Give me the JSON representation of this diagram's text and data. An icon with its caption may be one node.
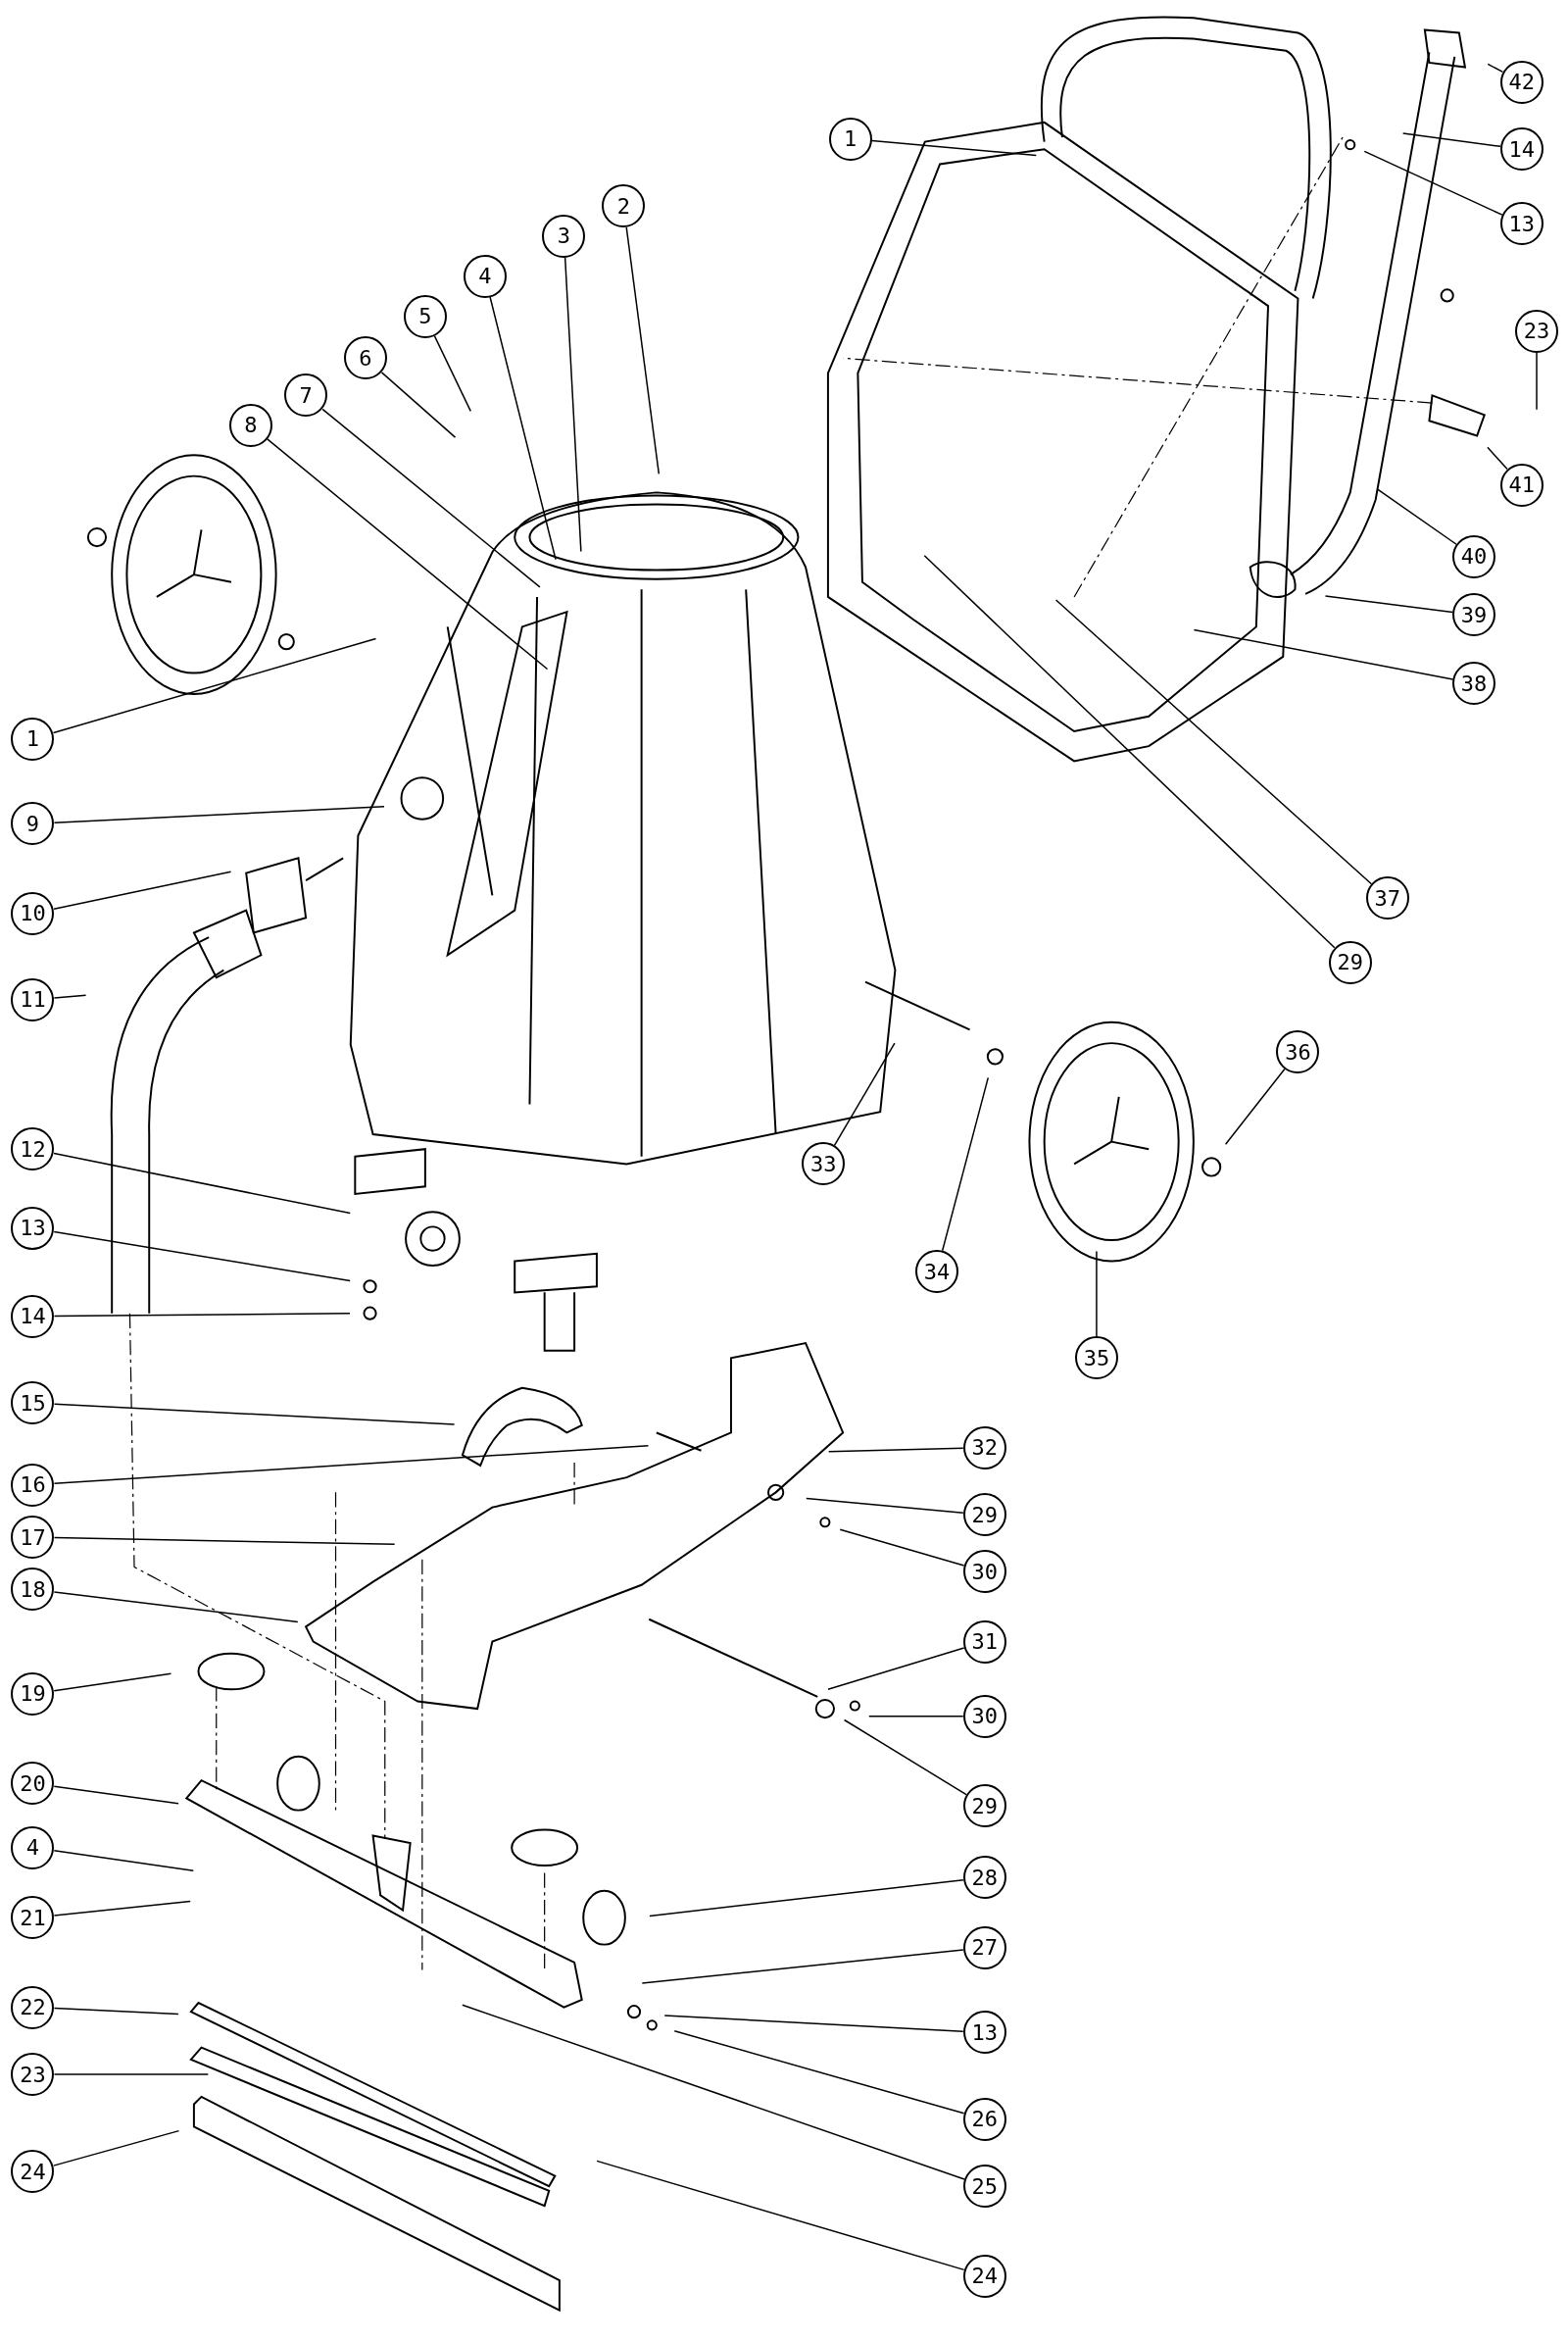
{
  "diagram": {
    "nodes": [
      {
        "text": [
          "1"
        ]
      },
      {
        "text": [
          "42"
        ]
      },
      {
        "text": [
          "14"
        ]
      },
      {
        "text": [
          "13"
        ]
      },
      {
        "text": [
          "23"
        ]
      },
      {
        "text": [
          "41"
        ]
      },
      {
        "text": [
          "40"
        ]
      },
      {
        "text": [
          "39"
        ]
      },
      {
        "text": [
          "38"
        ]
      },
      {
        "text": [
          "37"
        ]
      },
      {
        "text": [
          "29"
        ]
      },
      {
        "text": [
          "36"
        ]
      },
      {
        "text": [
          "35"
        ]
      },
      {
        "text": [
          "34"
        ]
      },
      {
        "text": [
          "33"
        ]
      },
      {
        "text": [
          "32"
        ]
      },
      {
        "text": [
          "29"
        ]
      },
      {
        "text": [
          "30"
        ]
      },
      {
        "text": [
          "31"
        ]
      },
      {
        "text": [
          "30"
        ]
      },
      {
        "text": [
          "29"
        ]
      },
      {
        "text": [
          "28"
        ]
      },
      {
        "text": [
          "27"
        ]
      },
      {
        "text": [
          "13"
        ]
      },
      {
        "text": [
          "26"
        ]
      },
      {
        "text": [
          "25"
        ]
      },
      {
        "text": [
          "24"
        ]
      },
      {
        "text": [
          "1"
        ]
      },
      {
        "text": [
          "9"
        ]
      },
      {
        "text": [
          "10"
        ]
      },
      {
        "text": [
          "11"
        ]
      },
      {
        "text": [
          "12"
        ]
      },
      {
        "text": [
          "13"
        ]
      },
      {
        "text": [
          "14"
        ]
      },
      {
        "text": [
          "15"
        ]
      },
      {
        "text": [
          "16"
        ]
      },
      {
        "text": [
          "17"
        ]
      },
      {
        "text": [
          "18"
        ]
      },
      {
        "text": [
          "19"
        ]
      },
      {
        "text": [
          "20"
        ]
      },
      {
        "text": [
          "4"
        ]
      },
      {
        "text": [
          "21"
        ]
      },
      {
        "text": [
          "22"
        ]
      },
      {
        "text": [
          "23"
        ]
      },
      {
        "text": [
          "24"
        ]
      },
      {
        "text": [
          "8"
        ]
      },
      {
        "text": [
          "7"
        ]
      },
      {
        "text": [
          "6"
        ]
      },
      {
        "text": [
          "5"
        ]
      },
      {
        "text": [
          "4"
        ]
      },
      {
        "text": [
          "3"
        ]
      },
      {
        "text": [
          "2"
        ]
      }
    ],
    "edges": [
      {
        "from": 0,
        "to": null,
        "arrow": "none"
      },
      {
        "from": 1,
        "to": null,
        "arrow": "none"
      },
      {
        "from": 2,
        "to": null,
        "arrow": "none"
      },
      {
        "from": 3,
        "to": null,
        "arrow": "none"
      },
      {
        "from": 4,
        "to": null,
        "arrow": "none"
      },
      {
        "from": 5,
        "to": null,
        "arrow": "none"
      },
      {
        "from": 6,
        "to": null,
        "arrow": "none"
      },
      {
        "from": 7,
        "to": null,
        "arrow": "none"
      },
      {
        "from": 8,
        "to": null,
        "arrow": "none"
      },
      {
        "from": 9,
        "to": null,
        "arrow": "none"
      },
      {
        "from": 10,
        "to": null,
        "arrow": "none"
      },
      {
        "from": 11,
        "to": null,
        "arrow": "none"
      },
      {
        "from": 12,
        "to": null,
        "arrow": "none"
      },
      {
        "from": 13,
        "to": null,
        "arrow": "none"
      },
      {
        "from": 14,
        "to": null,
        "arrow": "none"
      },
      {
        "from": 15,
        "to": null,
        "arrow": "none"
      },
      {
        "from": 16,
        "to": null,
        "arrow": "none"
      },
      {
        "from": 17,
        "to": null,
        "arrow": "none"
      },
      {
        "from": 18,
        "to": null,
        "arrow": "none"
      },
      {
        "from": 19,
        "to": null,
        "arrow": "none"
      },
      {
        "from": 20,
        "to": null,
        "arrow": "none"
      },
      {
        "from": 21,
        "to": null,
        "arrow": "none"
      },
      {
        "from": 22,
        "to": null,
        "arrow": "none"
      },
      {
        "from": 23,
        "to": null,
        "arrow": "none"
      },
      {
        "from": 24,
        "to": null,
        "arrow": "none"
      },
      {
        "from": 25,
        "to": null,
        "arrow": "none"
      },
      {
        "from": 26,
        "to": null,
        "arrow": "none"
      },
      {
        "from": 27,
        "to": null,
        "arrow": "none"
      },
      {
        "from": 28,
        "to": null,
        "arrow": "none"
      },
      {
        "from": 29,
        "to": null,
        "arrow": "none"
      },
      {
        "from": 30,
        "to": null,
        "arrow": "none"
      },
      {
        "from": 31,
        "to": null,
        "arrow": "none"
      },
      {
        "from": 32,
        "to": null,
        "arrow": "none"
      },
      {
        "from": 33,
        "to": null,
        "arrow": "none"
      },
      {
        "from": 34,
        "to": null,
        "arrow": "none"
      },
      {
        "from": 35,
        "to": null,
        "arrow": "none"
      },
      {
        "from": 36,
        "to": null,
        "arrow": "none"
      },
      {
        "from": 37,
        "to": null,
        "arrow": "none"
      },
      {
        "from": 38,
        "to": null,
        "arrow": "none"
      },
      {
        "from": 39,
        "to": null,
        "arrow": "none"
      },
      {
        "from": 40,
        "to": null,
        "arrow": "none"
      },
      {
        "from": 41,
        "to": null,
        "arrow": "none"
      },
      {
        "from": 42,
        "to": null,
        "arrow": "none"
      },
      {
        "from": 43,
        "to": null,
        "arrow": "none"
      },
      {
        "from": 44,
        "to": null,
        "arrow": "none"
      },
      {
        "from": 45,
        "to": null,
        "arrow": "none"
      },
      {
        "from": 46,
        "to": null,
        "arrow": "none"
      },
      {
        "from": 47,
        "to": null,
        "arrow": "none"
      },
      {
        "from": 48,
        "to": null,
        "arrow": "none"
      },
      {
        "from": 49,
        "to": null,
        "arrow": "none"
      },
      {
        "from": 50,
        "to": null,
        "arrow": "none"
      },
      {
        "from": 51,
        "to": null,
        "arrow": "none"
      }
    ]
  }
}
